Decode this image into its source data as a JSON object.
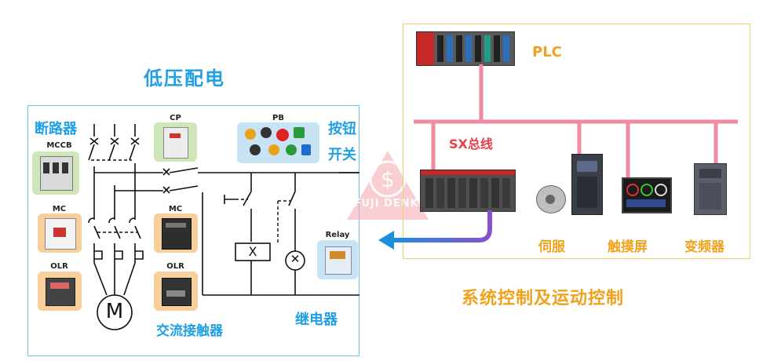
{
  "left": {
    "title": "低压配电",
    "breaker_label": "断路器",
    "pushbutton_label_1": "按钮",
    "pushbutton_label_2": "开关",
    "contactor_label": "交流接触器",
    "relay_cn_label": "继电器",
    "mccb": "MCCB",
    "mc_1": "MC",
    "mc_2": "MC",
    "olr_1": "OLR",
    "olr_2": "OLR",
    "cp": "CP",
    "pb": "PB",
    "relay": "Relay",
    "motor_symbol": "M",
    "coil_symbol": "X",
    "lamp_symbol": "✕"
  },
  "right": {
    "plc": "PLC",
    "bus": "SX总线",
    "servo": "伺服",
    "touch_screen": "触摸屏",
    "inverter": "变频器",
    "subtitle": "系统控制及运动控制"
  },
  "watermark": "FUJI DENKI",
  "colors": {
    "blue_text": "#1fa0e6",
    "orange_text": "#f0a21c",
    "bus_pink": "#f08aa0",
    "left_frame": "#6cc6e8",
    "right_frame": "#e8d36a"
  }
}
